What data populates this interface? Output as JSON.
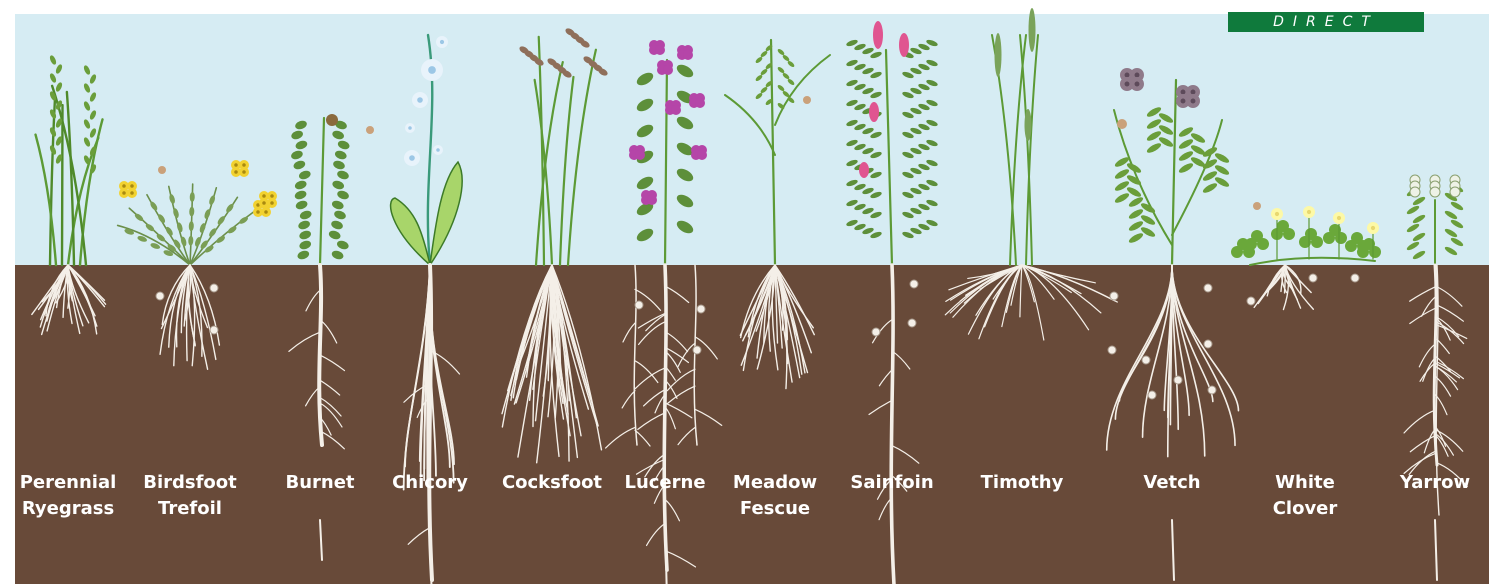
{
  "colors": {
    "sky": "#d6ecf3",
    "soil": "#684a39",
    "root": "#f4efe8",
    "stem": "#5c9a35",
    "leaf": "#7cb342",
    "brand": "#0f7a3c"
  },
  "brand": {
    "text": "DIRECT"
  },
  "plants": [
    {
      "name": "Perennial\nRyegrass",
      "type": "grass"
    },
    {
      "name": "Birdsfoot\nTrefoil",
      "type": "trefoil"
    },
    {
      "name": "Burnet",
      "type": "burnet"
    },
    {
      "name": "Chicory",
      "type": "chicory"
    },
    {
      "name": "Cocksfoot",
      "type": "cocksfoot"
    },
    {
      "name": "Lucerne",
      "type": "lucerne"
    },
    {
      "name": "Meadow\nFescue",
      "type": "fescue"
    },
    {
      "name": "Sainfoin",
      "type": "sainfoin"
    },
    {
      "name": "Timothy",
      "type": "timothy"
    },
    {
      "name": "Vetch",
      "type": "vetch"
    },
    {
      "name": "White\nClover",
      "type": "clover"
    },
    {
      "name": "Yarrow",
      "type": "yarrow"
    }
  ]
}
